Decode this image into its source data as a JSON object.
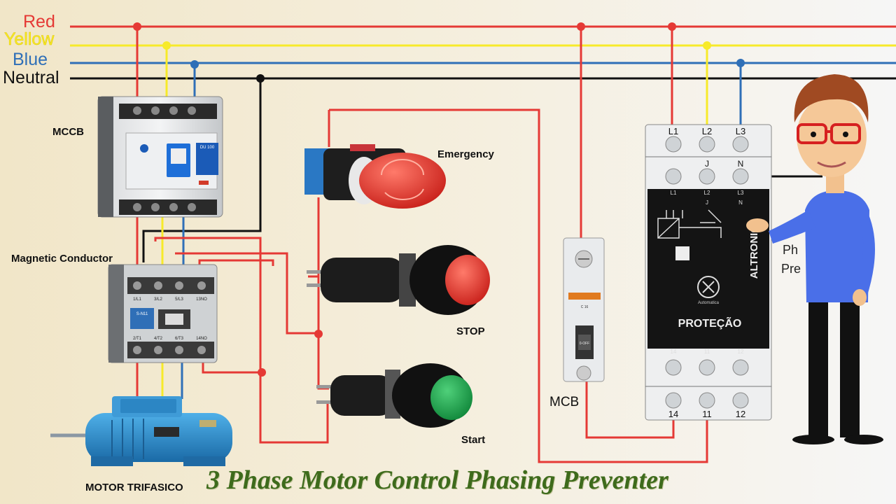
{
  "lines": {
    "red": "Red",
    "yellow": "Yellow",
    "blue": "Blue",
    "neutral": "Neutral"
  },
  "components": {
    "mccb": "MCCB",
    "contactor": "Magnetic Conductor",
    "emergency": "Emergency",
    "stop": "STOP",
    "start": "Start",
    "mcb": "MCB",
    "motor": "MOTOR TRIFASICO"
  },
  "relay": {
    "top_terminals": [
      "L1",
      "L2",
      "L3"
    ],
    "second_terminals": [
      "J",
      "N"
    ],
    "face_top_labels": [
      "L1",
      "L2",
      "L3"
    ],
    "face_second_labels": [
      "J",
      "N"
    ],
    "brand": "ALTRONIC",
    "product": "PROTEÇÃO",
    "company": "Automatica",
    "bottom_face_labels": [
      "14",
      "11",
      "12"
    ],
    "bottom_terminals": [
      "14",
      "11",
      "12"
    ]
  },
  "contactor_body": {
    "terminals_top": [
      "1/L1",
      "3/L2",
      "5/L3",
      "13NO"
    ],
    "terminals_bottom": [
      "2/T1",
      "4/T2",
      "6/T3",
      "14NO"
    ],
    "model": "S-N11"
  },
  "mccb_body": {
    "badge": "DU 100"
  },
  "mcb_body": {
    "rating": "C 16",
    "switch": "0-OFF"
  },
  "person_text": [
    "Ph",
    "Pre"
  ],
  "title": "3 Phase Motor Control Phasing Preventer",
  "colors": {
    "red": "#e53935",
    "yellow": "#f7ea2a",
    "blue": "#2f6fb7",
    "neutral": "#111111",
    "background": "#f2ead4",
    "title": "#3e6b1c"
  }
}
